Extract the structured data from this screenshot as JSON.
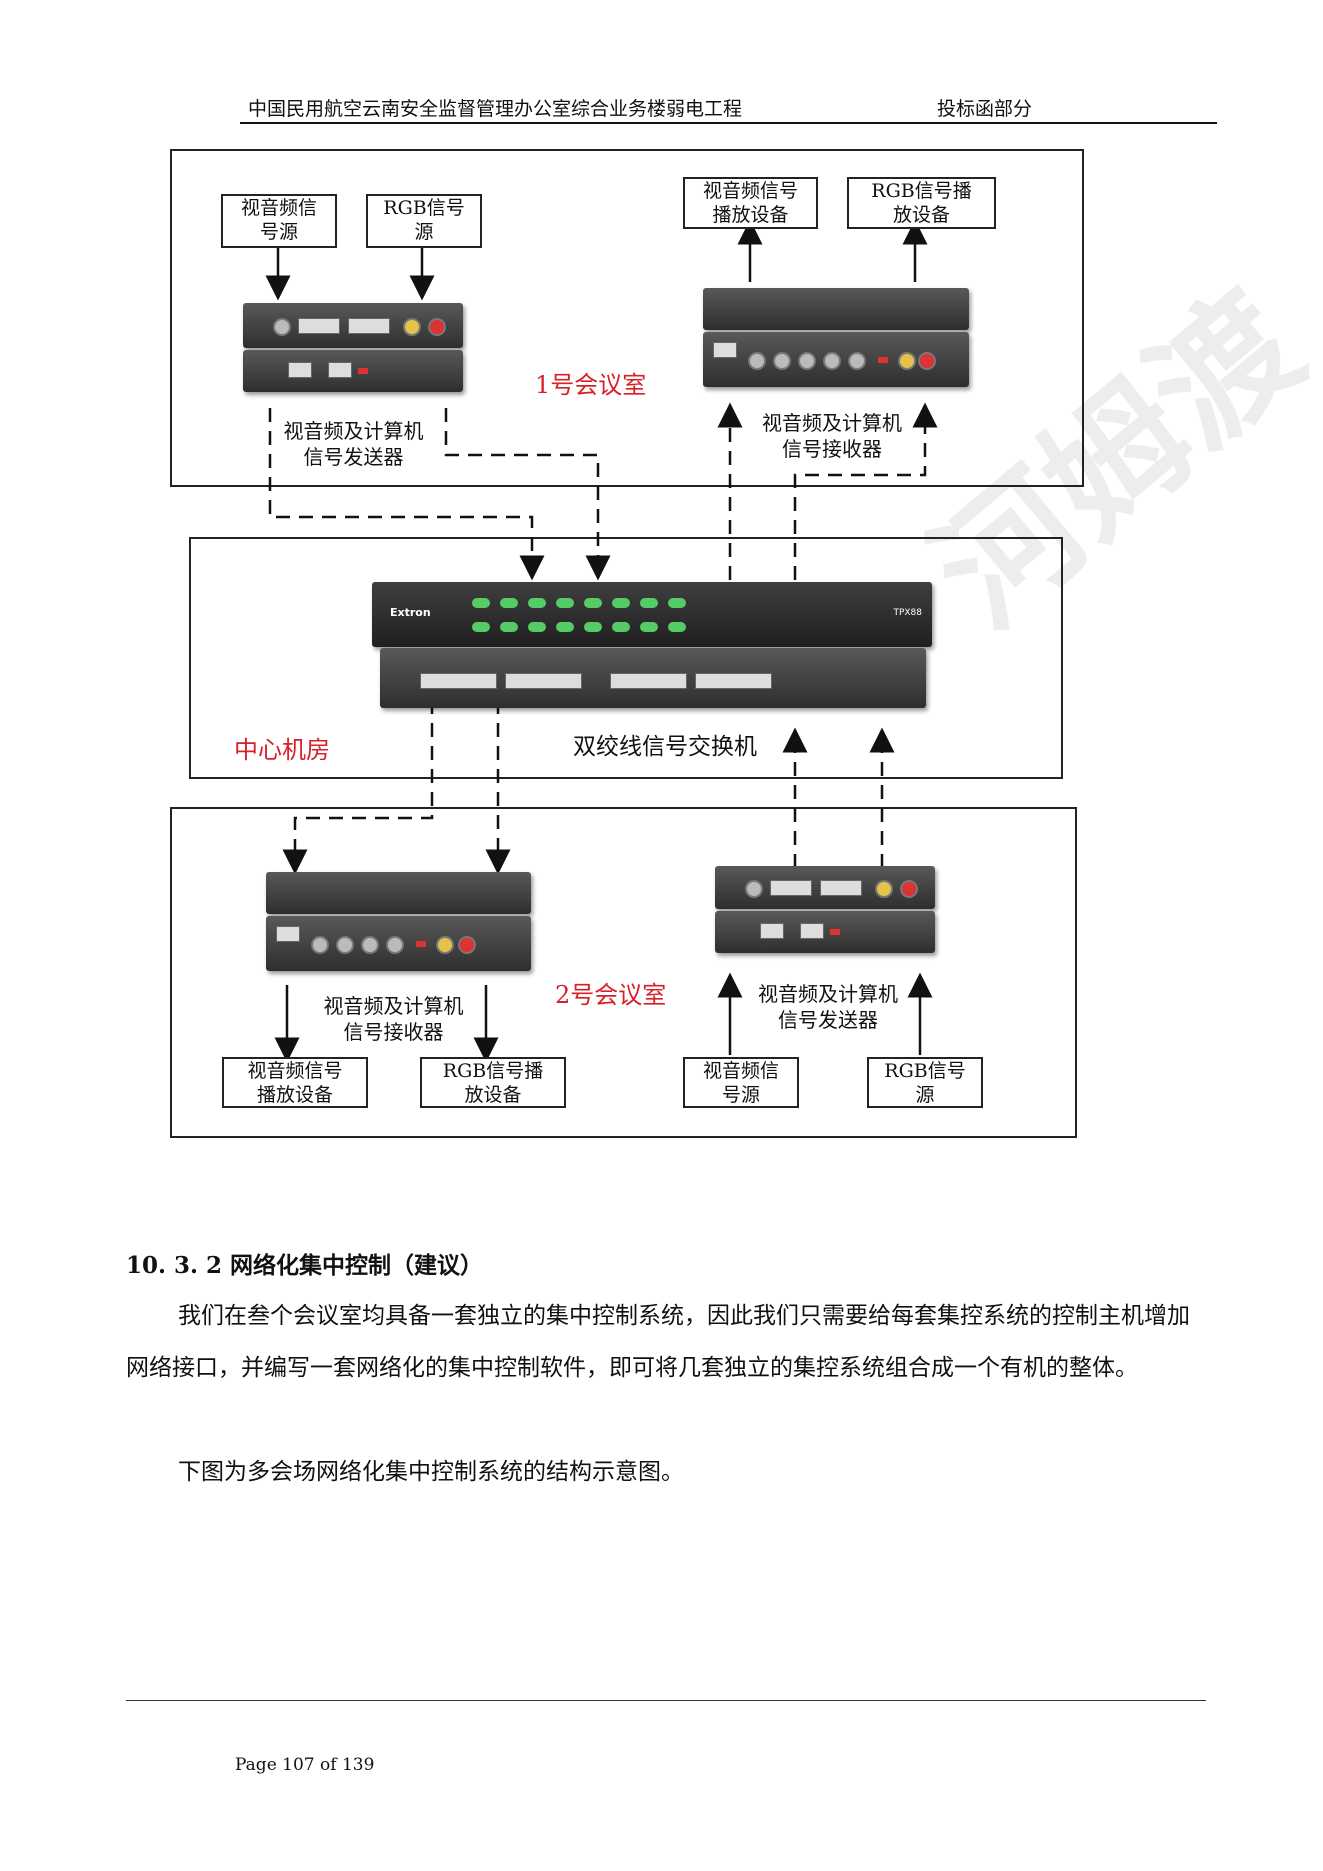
{
  "header": {
    "title": "中国民用航空云南安全监督管理办公室综合业务楼弱电工程",
    "section": "投标函部分"
  },
  "diagram": {
    "room1": {
      "name": "1号会议室",
      "src_av": "视音频信\n号源",
      "src_rgb": "RGB信号\n源",
      "out_av": "视音频信号\n播放设备",
      "out_rgb": "RGB信号播\n放设备",
      "tx_caption": "视音频及计算机\n信号发送器",
      "rx_caption": "视音频及计算机\n信号接收器"
    },
    "center": {
      "name": "中心机房",
      "switch_caption": "双绞线信号交换机",
      "device_brand": "Extron",
      "device_model": "TPX88"
    },
    "room2": {
      "name": "2号会议室",
      "rx_caption": "视音频及计算机\n信号接收器",
      "tx_caption": "视音频及计算机\n信号发送器",
      "out_av": "视音频信号\n播放设备",
      "out_rgb": "RGB信号播\n放设备",
      "src_av": "视音频信\n号源",
      "src_rgb": "RGB信号\n源"
    }
  },
  "section": {
    "number_title": "10. 3. 2   网络化集中控制（建议）",
    "p1": "我们在叁个会议室均具备一套独立的集中控制系统，因此我们只需要给每套集控系统的控制主机增加网络接口，并编写一套网络化的集中控制软件，即可将几套独立的集控系统组合成一个有机的整体。",
    "p2": "下图为多会场网络化集中控制系统的结构示意图。"
  },
  "footer": {
    "page": "Page 107 of 139"
  }
}
